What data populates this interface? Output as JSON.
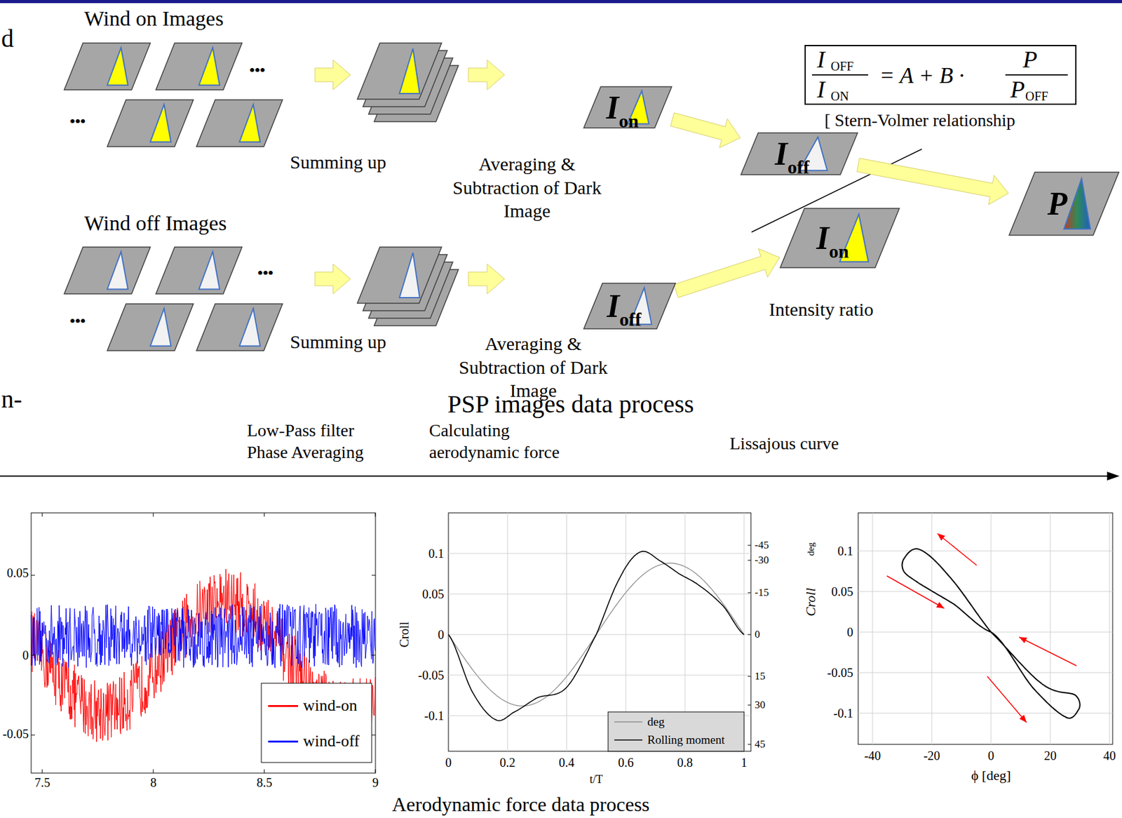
{
  "diagram": {
    "nodes": [
      {
        "text": [
          "I",
          "on"
        ]
      },
      {
        "text": [
          "I",
          "OFF",
          "I",
          "ON",
          "= A + B ·",
          "P",
          "P",
          "OFF"
        ]
      },
      {
        "text": [
          "I",
          "off"
        ]
      },
      {
        "text": [
          "P"
        ]
      },
      {
        "text": [
          "I",
          "on"
        ]
      },
      {
        "text": [
          "I",
          "off"
        ]
      }
    ],
    "edges": [
      {
        "from": 0,
        "to": 2,
        "arrow": "to"
      },
      {
        "from": 5,
        "to": 4,
        "arrow": "to"
      },
      {
        "from": 2,
        "to": 3,
        "arrow": "to"
      }
    ],
    "labels": [
      "d",
      "Wind on Images",
      "•••",
      "•••",
      "Summing up",
      "Averaging & Subtraction of Dark Image",
      "[ Stern-Volmer relationship",
      "Wind off Images",
      "•••",
      "•••",
      "Intensity ratio",
      "Summing up",
      "Averaging & Subtraction of Dark Image",
      "n-",
      "PSP images data process",
      "Low-Pass filter Phase Averaging",
      "Calculating aerodynamic force",
      "Lissajous curve",
      "0.05",
      "0",
      "-0.05",
      "7.5",
      "8",
      "8.5",
      "9",
      "0.1",
      "0.05",
      "0",
      "-0.05",
      "-0.1",
      "-45",
      "-30",
      "-15",
      "0",
      "15",
      "30",
      "45",
      "Croll",
      "0",
      "0.2",
      "0.4",
      "0.6",
      "0.8",
      "1",
      "t/T",
      "deg",
      "Croll",
      "0.1",
      "0.05",
      "0",
      "-0.05",
      "-0.1",
      "-40",
      "-20",
      "0",
      "20",
      "40",
      "ϕ [deg]",
      "Aerodynamic force data process"
    ],
    "legend": [
      {
        "text": "wind-on",
        "color": "#ff0000"
      },
      {
        "text": "wind-off",
        "color": "#0000ff"
      },
      {
        "text": "deg"
      },
      {
        "text": "Rolling moment"
      }
    ]
  }
}
